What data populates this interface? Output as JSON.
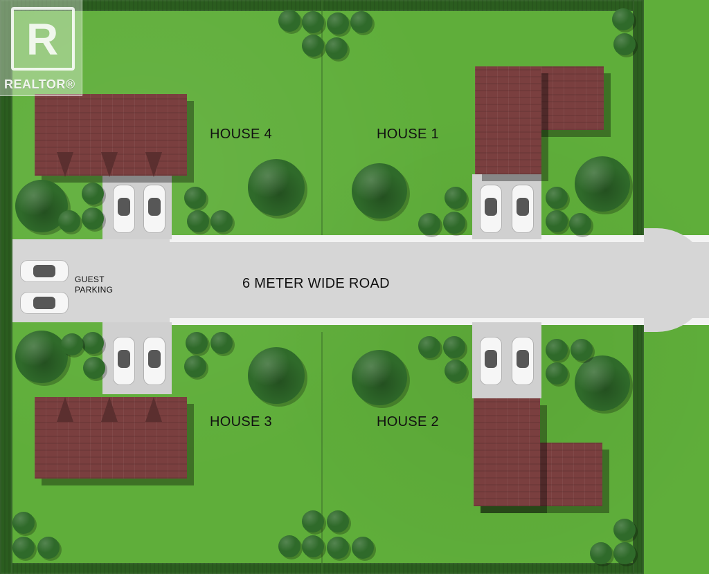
{
  "labels": {
    "road": "6 METER WIDE ROAD",
    "guest_parking_line1": "GUEST",
    "guest_parking_line2": "PARKING",
    "house1": "HOUSE 1",
    "house2": "HOUSE 2",
    "house3": "HOUSE 3",
    "house4": "HOUSE 4"
  },
  "watermark": {
    "text": "REALTOR®"
  },
  "colors": {
    "grass": "#5fae3a",
    "hedge": "#2b5d1f",
    "road": "#d6d6d6",
    "roof": "#7a3f3f",
    "tree": "#2f6a2a"
  },
  "icons": {
    "guest_cars": [
      "car-icon",
      "car-icon"
    ],
    "parking_cars": [
      "car-icon",
      "car-icon",
      "car-icon",
      "car-icon",
      "car-icon",
      "car-icon",
      "car-icon",
      "car-icon"
    ]
  }
}
